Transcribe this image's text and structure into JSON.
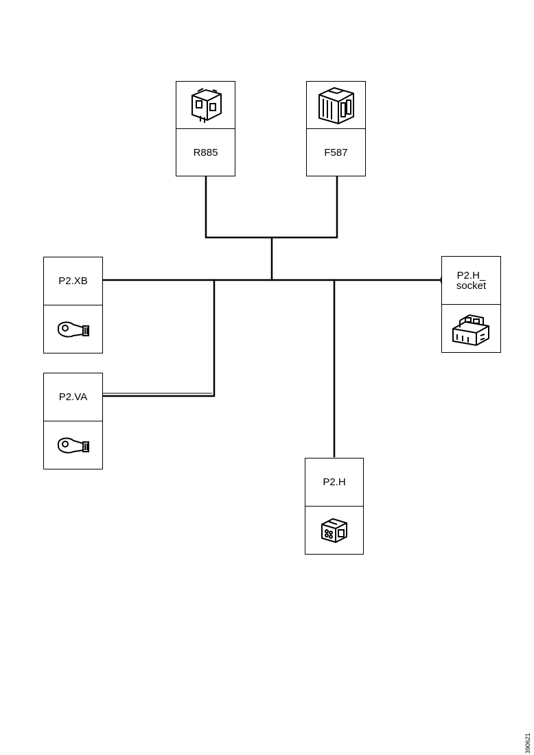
{
  "connectors": {
    "r885": {
      "label": "R885",
      "icon": "relay-socket-icon"
    },
    "f587": {
      "label": "F587",
      "icon": "fuse-holder-icon"
    },
    "p2xb": {
      "label": "P2.XB",
      "icon": "ring-terminal-icon"
    },
    "p2va": {
      "label": "P2.VA",
      "icon": "ring-terminal-icon"
    },
    "p2h": {
      "label": "P2.H",
      "icon": "multi-pin-connector-icon"
    },
    "p2h_socket": {
      "label": "P2.H_\nsocket",
      "icon": "socket-connector-icon"
    }
  },
  "document_id": "390621",
  "colors": {
    "line": "#000000",
    "background": "#ffffff"
  }
}
